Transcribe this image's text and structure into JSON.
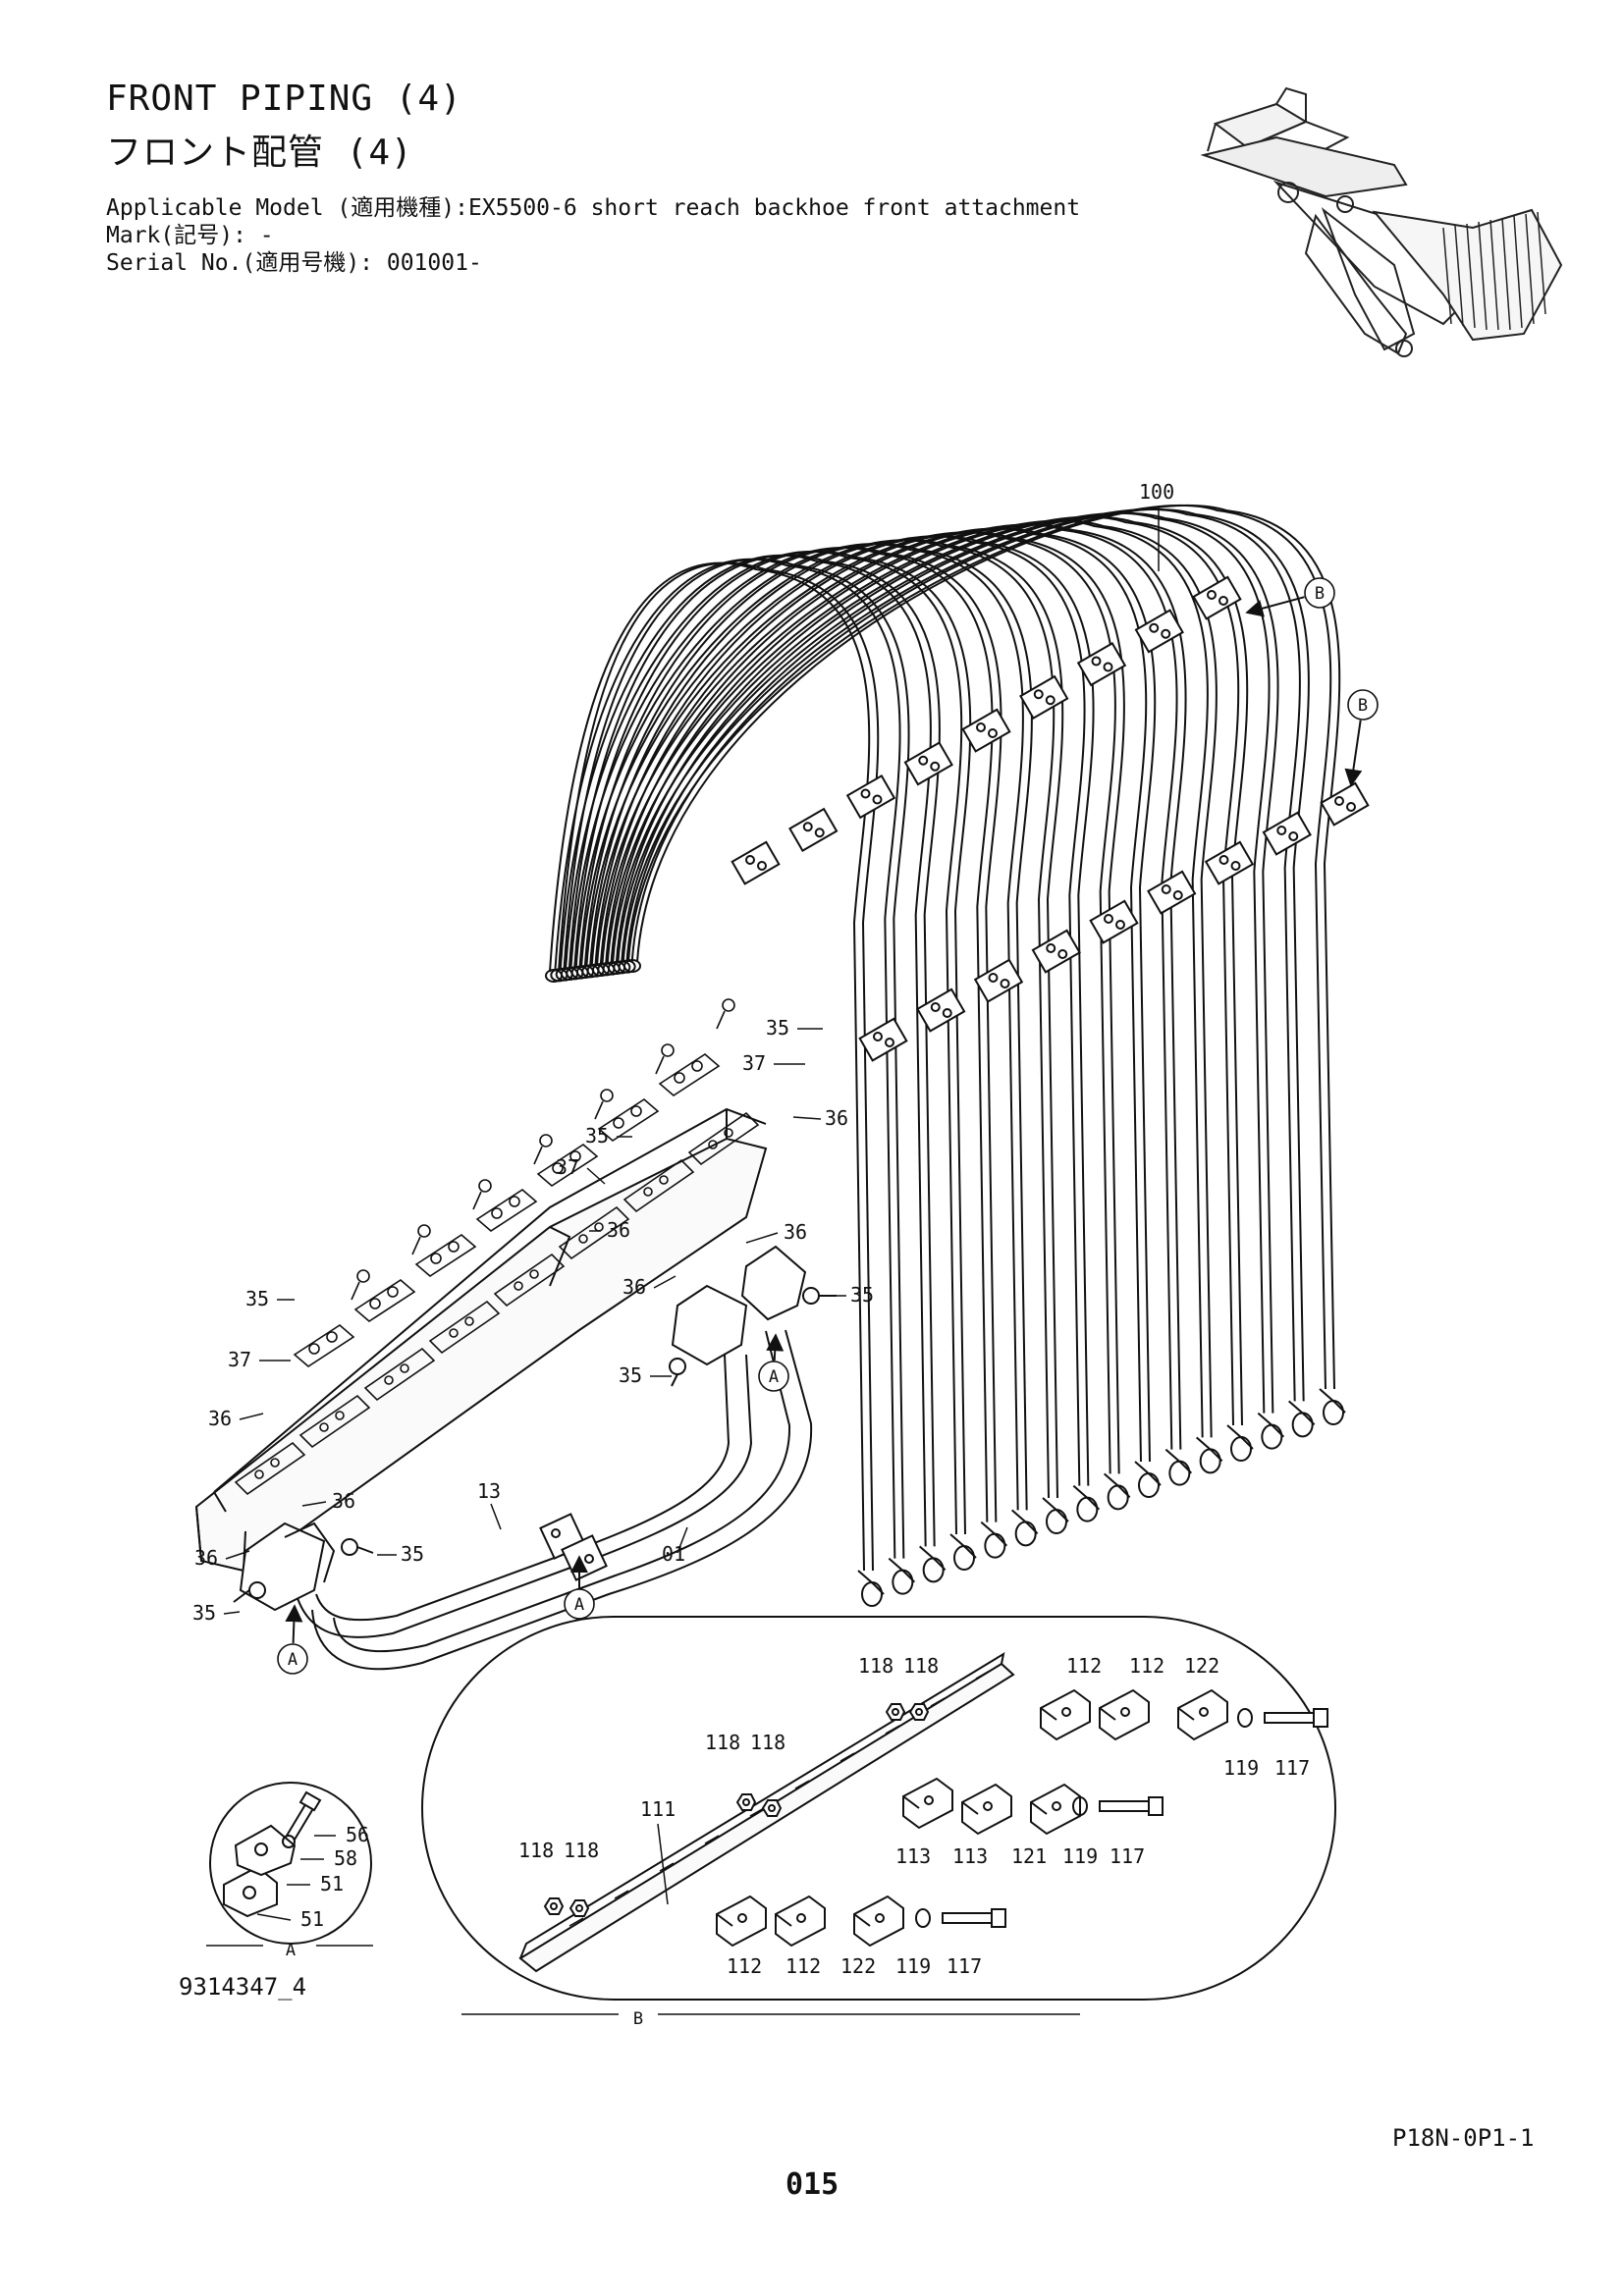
{
  "header": {
    "title_en": "FRONT PIPING (4)",
    "title_jp": "フロント配管 (4)",
    "applicable_model": "Applicable Model (適用機種):EX5500-6 short reach backhoe front attachment",
    "mark": "Mark(記号): -",
    "serial": "Serial No.(適用号機): 001001-"
  },
  "footer": {
    "drawing_number": "9314347_4",
    "page_code": "P18N-0P1-1",
    "page_number": "015"
  },
  "refs": {
    "A": "A",
    "B": "B"
  },
  "callouts": {
    "c100": "100",
    "c35": "35",
    "c36": "36",
    "c37": "37",
    "c13": "13",
    "c01": "01",
    "c56": "56",
    "c58": "58",
    "c51": "51",
    "c111": "111",
    "c112": "112",
    "c113": "113",
    "c117": "117",
    "c118": "118",
    "c119": "119",
    "c121": "121",
    "c122": "122"
  }
}
